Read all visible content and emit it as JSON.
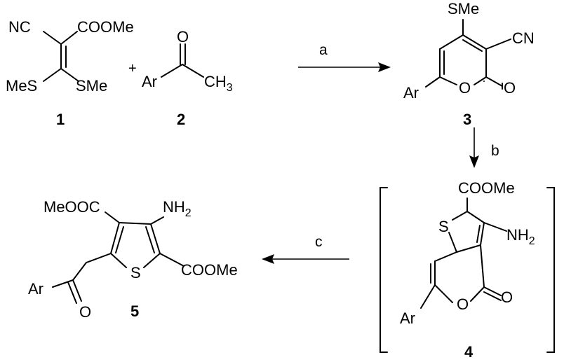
{
  "compound1": {
    "number": "1",
    "nc": "NC",
    "ester": "COOMe",
    "mes_left": "MeS",
    "mes_right": "SMe"
  },
  "plus": "+",
  "compound2": {
    "number": "2",
    "ar": "Ar",
    "o": "O",
    "ch": "CH",
    "sub3": "3"
  },
  "step_a": "a",
  "compound3": {
    "number": "3",
    "sme": "SMe",
    "cn": "CN",
    "ar": "Ar",
    "ring_o": "O",
    "carbonyl_o": "O"
  },
  "step_b": "b",
  "compound4": {
    "number": "4",
    "ester": "COOMe",
    "s": "S",
    "nh": "NH",
    "sub2": "2",
    "carbonyl_o": "O",
    "ring_o": "O",
    "ar": "Ar"
  },
  "step_c": "c",
  "compound5": {
    "number": "5",
    "ester_left": "MeOOC",
    "nh": "NH",
    "sub2": "2",
    "ester_right": "COOMe",
    "s": "S",
    "ar": "Ar",
    "o": "O"
  }
}
